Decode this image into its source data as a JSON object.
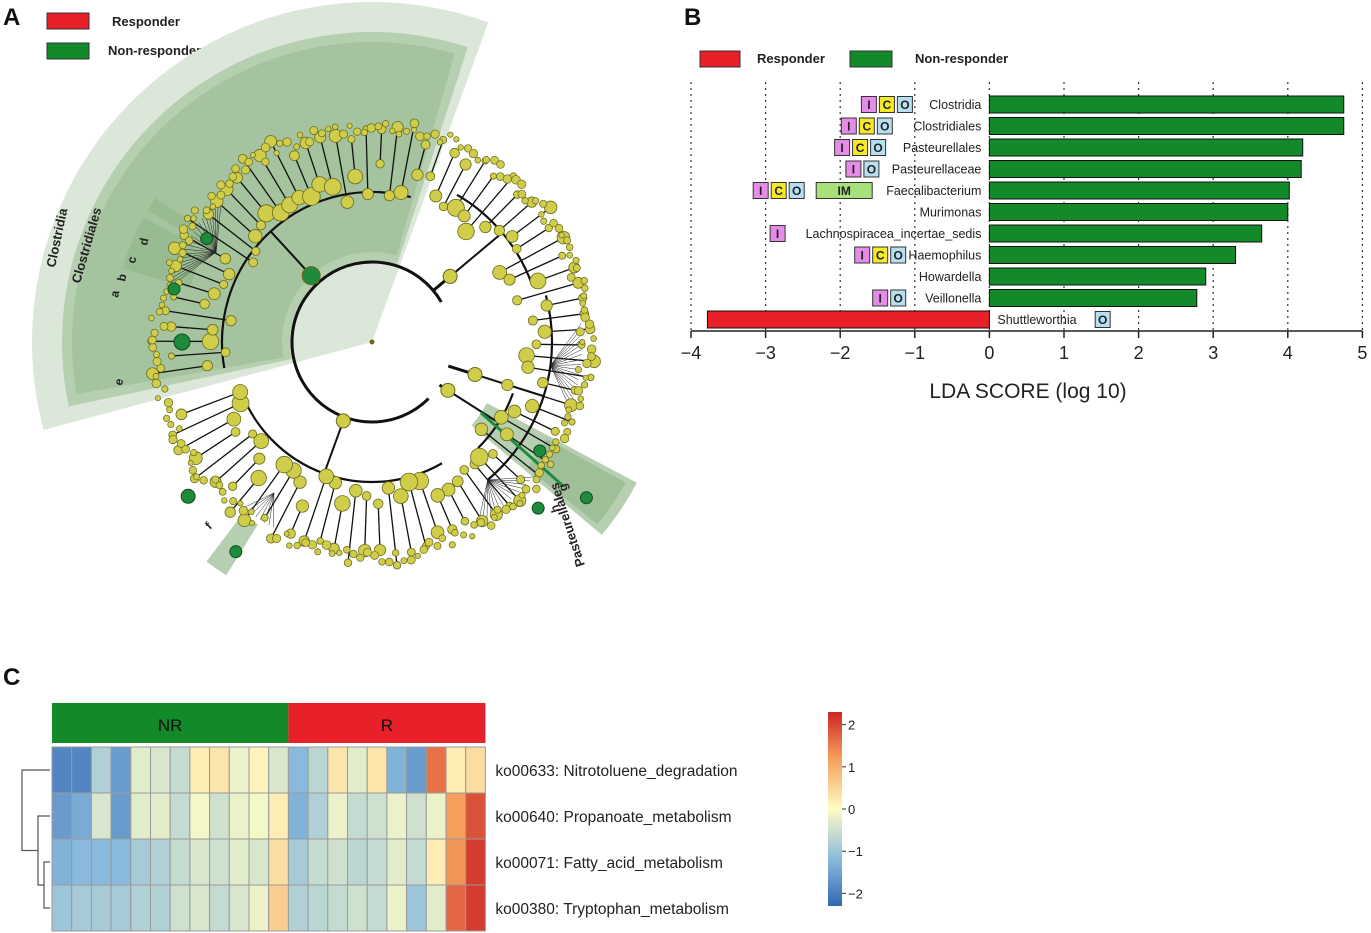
{
  "panels": {
    "a": "A",
    "b": "B",
    "c": "C"
  },
  "colors": {
    "responder": "#e8202a",
    "non_responder": "#138a2a",
    "node_fill": "#cfcd4a",
    "node_stroke": "#6a6a1c",
    "highlight_node": "#1e8a3c",
    "shade_light": "#dbe7d8",
    "shade_mid": "#b7cfb1",
    "shade_dark": "#8fb487",
    "tag_I": "#e58ce8",
    "tag_C": "#f5e92a",
    "tag_O": "#b7dff2",
    "tag_IM": "#a8e07a"
  },
  "cladogram": {
    "legend": [
      {
        "label": "Responder",
        "color": "#e8202a"
      },
      {
        "label": "Non-responder",
        "color": "#138a2a"
      }
    ],
    "clade_labels": {
      "clostridia": "Clostridia",
      "clostridiales": "Clostridiales",
      "pasteurellales": "Pasteurellales"
    },
    "letter_labels": [
      "a",
      "b",
      "c",
      "d",
      "e",
      "f",
      "g",
      "h"
    ]
  },
  "chart_data": [
    {
      "type": "bar",
      "orientation": "horizontal",
      "legend": [
        {
          "name": "Responder",
          "color": "#e8202a"
        },
        {
          "name": "Non-responder",
          "color": "#138a2a"
        }
      ],
      "xlabel": "LDA SCORE (log 10)",
      "xlim": [
        -4,
        5
      ],
      "xticks": [
        -4,
        -3,
        -2,
        -1,
        0,
        1,
        2,
        3,
        4,
        5
      ],
      "grid": "vertical dotted",
      "bars": [
        {
          "name": "Clostridia",
          "value": 4.75,
          "group": "Non-responder",
          "tags": [
            "I",
            "C",
            "O"
          ]
        },
        {
          "name": "Clostridiales",
          "value": 4.75,
          "group": "Non-responder",
          "tags": [
            "I",
            "C",
            "O"
          ]
        },
        {
          "name": "Pasteurellales",
          "value": 4.2,
          "group": "Non-responder",
          "tags": [
            "I",
            "C",
            "O"
          ]
        },
        {
          "name": "Pasteurellaceae",
          "value": 4.18,
          "group": "Non-responder",
          "tags": [
            "I",
            "O"
          ]
        },
        {
          "name": "Faecalibacterium",
          "value": 4.02,
          "group": "Non-responder",
          "tags": [
            "I",
            "C",
            "O",
            "IM"
          ]
        },
        {
          "name": "Murimonas",
          "value": 4.0,
          "group": "Non-responder",
          "tags": []
        },
        {
          "name": "Lachnospiracea_incertae_sedis",
          "value": 3.65,
          "group": "Non-responder",
          "tags": [
            "I"
          ]
        },
        {
          "name": "Haemophilus",
          "value": 3.3,
          "group": "Non-responder",
          "tags": [
            "I",
            "C",
            "O"
          ]
        },
        {
          "name": "Howardella",
          "value": 2.9,
          "group": "Non-responder",
          "tags": []
        },
        {
          "name": "Veillonella",
          "value": 2.78,
          "group": "Non-responder",
          "tags": [
            "I",
            "O"
          ]
        },
        {
          "name": "Shuttleworthia",
          "value": -3.78,
          "group": "Responder",
          "tags": [
            "O"
          ]
        }
      ]
    },
    {
      "type": "heatmap",
      "column_groups": [
        {
          "label": "NR",
          "count": 12,
          "color": "#138a2a"
        },
        {
          "label": "R",
          "count": 10,
          "color": "#e8202a"
        }
      ],
      "rows": [
        "ko00633: Nitrotoluene_degradation",
        "ko00640: Propanoate_metabolism",
        "ko00071: Fatty_acid_metabolism",
        "ko00380: Tryptophan_metabolism"
      ],
      "values": [
        [
          -1.9,
          -1.9,
          -0.8,
          -1.6,
          -0.3,
          -0.4,
          -0.6,
          0.2,
          0.3,
          -0.2,
          0.1,
          -0.4,
          -1.2,
          -0.7,
          0.3,
          -0.3,
          0.3,
          -1.3,
          -1.6,
          1.6,
          0.2,
          0.4
        ],
        [
          -1.6,
          -1.4,
          -0.4,
          -1.6,
          -0.3,
          -0.3,
          -0.6,
          -0.1,
          -0.5,
          -0.2,
          -0.1,
          0.2,
          -1.3,
          -0.8,
          -0.2,
          -0.6,
          -0.5,
          -0.2,
          -0.5,
          -0.2,
          1.2,
          1.9
        ],
        [
          -1.3,
          -1.2,
          -1.2,
          -1.2,
          -0.9,
          -0.8,
          -0.6,
          -0.4,
          -0.5,
          -0.3,
          -0.4,
          0.4,
          -0.9,
          -0.6,
          -0.5,
          -0.7,
          -0.6,
          -0.3,
          -0.6,
          0.2,
          1.3,
          2.1
        ],
        [
          -1.0,
          -0.9,
          -0.9,
          -0.9,
          -0.8,
          -0.8,
          -0.5,
          -0.4,
          -0.6,
          -0.4,
          -0.2,
          0.6,
          -0.8,
          -0.7,
          -0.6,
          -0.5,
          -0.6,
          -0.2,
          -1.0,
          -0.3,
          1.7,
          2.1
        ]
      ],
      "colorbar": {
        "ticks": [
          2,
          1,
          0,
          -1,
          -2
        ],
        "range": [
          -2.3,
          2.3
        ]
      },
      "dendrogram": "rows"
    }
  ]
}
